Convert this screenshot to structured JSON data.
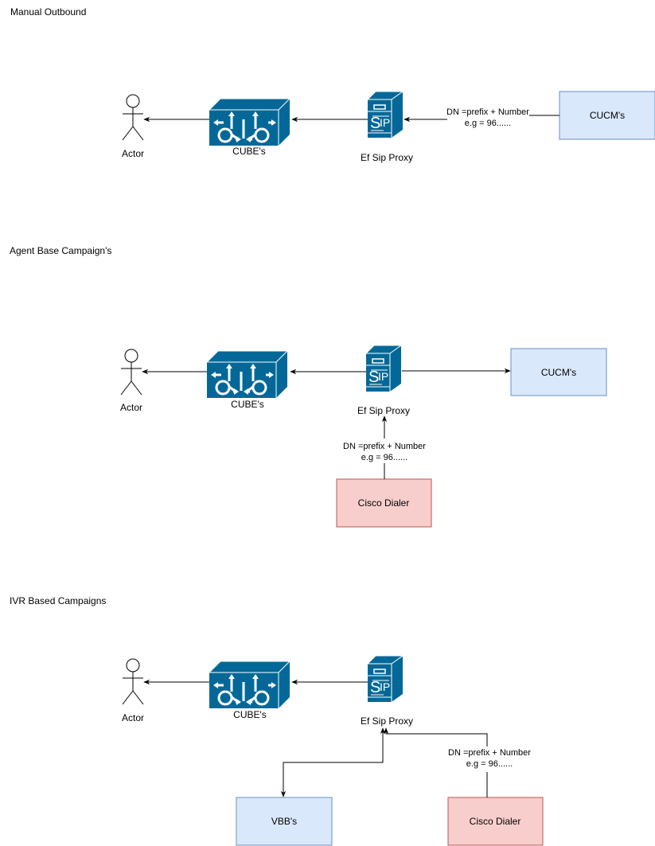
{
  "colors": {
    "cisco_blue": "#036897",
    "blue_fill": "#dae8fc",
    "blue_stroke": "#6c8ebf",
    "red_fill": "#f8cecc",
    "red_stroke": "#b85450"
  },
  "sections": [
    {
      "title": "Manual Outbound",
      "actor": "Actor",
      "cube": "CUBE's",
      "proxy": "Ef Sip Proxy",
      "cucm": "CUCM's",
      "edge_label": [
        "DN =prefix + Number",
        "e.g = 96......"
      ]
    },
    {
      "title": "Agent Base Campaign's",
      "actor": "Actor",
      "cube": "CUBE's",
      "proxy": "Ef Sip Proxy",
      "cucm": "CUCM's",
      "dialer": "Cisco Dialer",
      "edge_label": [
        "DN =prefix + Number",
        "e.g = 96......"
      ]
    },
    {
      "title": "IVR  Based Campaigns",
      "actor": "Actor",
      "cube": "CUBE's",
      "proxy": "Ef Sip Proxy",
      "vbb": "VBB's",
      "dialer": "Cisco Dialer",
      "edge_label": [
        "DN =prefix + Number",
        "e.g = 96......"
      ]
    }
  ],
  "icons": {
    "actor": "stick-figure",
    "cube": "cisco-voice-gateway",
    "proxy": "cisco-sip-proxy-server"
  }
}
